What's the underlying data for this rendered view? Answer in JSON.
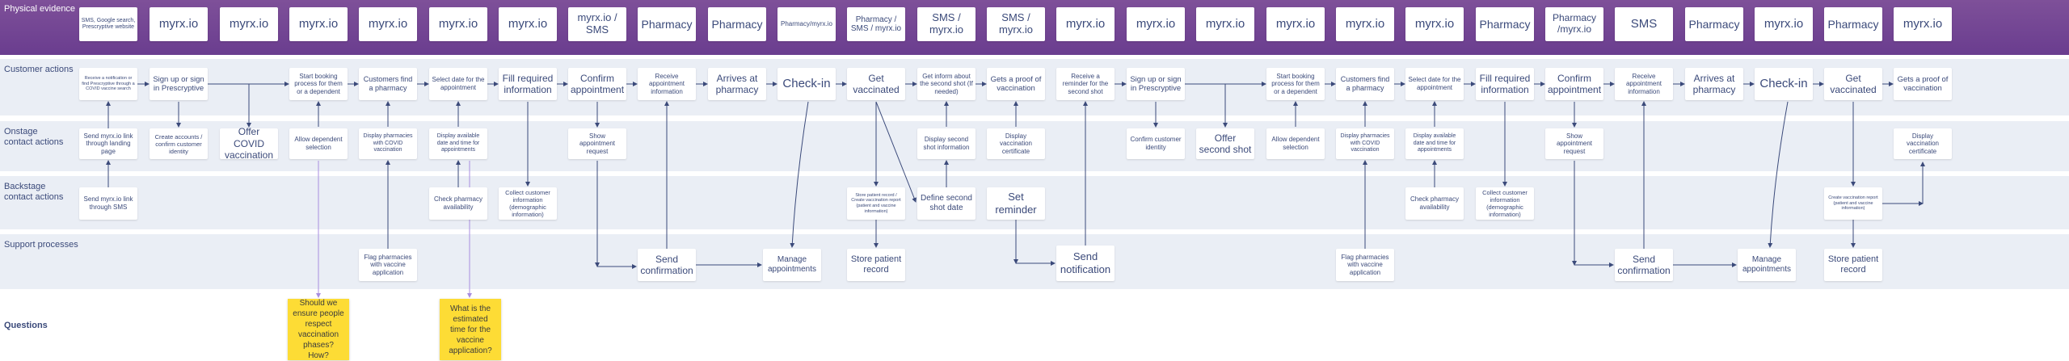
{
  "lanes": {
    "physical_evidence": "Physical evidence",
    "customer_actions": "Customer actions",
    "onstage": "Onstage\ncontact actions",
    "backstage": "Backstage\ncontact actions",
    "support": "Support processes",
    "questions": "Questions"
  },
  "physical_evidence": [
    "SMS, Google search, Prescryptive website",
    "myrx.io",
    "myrx.io",
    "myrx.io",
    "myrx.io",
    "myrx.io",
    "myrx.io",
    "myrx.io / SMS",
    "Pharmacy",
    "Pharmacy",
    "Pharmacy/myrx.io",
    "Pharmacy / SMS / myrx.io",
    "SMS / myrx.io",
    "SMS / myrx.io",
    "myrx.io",
    "myrx.io",
    "myrx.io",
    "myrx.io",
    "myrx.io",
    "myrx.io",
    "Pharmacy",
    "Pharmacy /myrx.io",
    "SMS",
    "Pharmacy",
    "myrx.io",
    "Pharmacy",
    "myrx.io"
  ],
  "customer_actions": {
    "receive_notification": "Receive a notification or find Prescryptive through a COVID vaccine search",
    "sign_up_1": "Sign up or sign in Prescryptive",
    "start_booking_1": "Start booking process for them or a dependent",
    "find_pharmacy_1": "Customers find a pharmacy",
    "select_date_1": "Select date for the appointment",
    "fill_info_1": "Fill required information",
    "confirm_1": "Confirm appointment",
    "receive_appt_1": "Receive appointment information",
    "arrives_1": "Arrives at pharmacy",
    "checkin_1": "Check-in",
    "get_vaccinated_1": "Get vaccinated",
    "get_inform_second": "Get inform about the second shot (If needed)",
    "gets_proof_1": "Gets a proof of vaccination",
    "receive_reminder": "Receive a reminder for the second shot",
    "sign_up_2": "Sign up or sign in Prescryptive",
    "start_booking_2": "Start booking process for them or a dependent",
    "find_pharmacy_2": "Customers find a pharmacy",
    "select_date_2": "Select date for the appointment",
    "fill_info_2": "Fill required information",
    "confirm_2": "Confirm appointment",
    "receive_appt_2": "Receive appointment information",
    "arrives_2": "Arrives at pharmacy",
    "checkin_2": "Check-in",
    "get_vaccinated_2": "Get vaccinated",
    "gets_proof_2": "Gets a proof of vaccination"
  },
  "onstage": {
    "send_link_landing": "Send myrx.io link through landing page",
    "create_accounts": "Create accounts / confirm customer identity",
    "offer_covid": "Offer COVID vaccination",
    "allow_dependent_1": "Allow dependent selection",
    "display_pharmacies_1": "Display pharmacies with COVID vaccination",
    "display_dates_1": "Display available date and time for appointments",
    "show_request_1": "Show appointment request",
    "display_second_shot_info": "Display second shot information",
    "display_certificate_1": "Display vaccination certificate",
    "confirm_identity": "Confirm customer identity",
    "offer_second": "Offer second shot",
    "allow_dependent_2": "Allow dependent selection",
    "display_pharmacies_2": "Display pharmacies with COVID vaccination",
    "display_dates_2": "Display available date and time for appointments",
    "show_request_2": "Show appointment request",
    "display_certificate_2": "Display vaccination certificate"
  },
  "backstage": {
    "send_link_sms": "Send myrx.io link through SMS",
    "check_availability_1": "Check pharmacy availability",
    "collect_info_1": "Collect customer information (demographic information)",
    "store_record": "Store patient record / Create vaccination report (patient and vaccine information)",
    "define_second": "Define second shot date",
    "set_reminder": "Set reminder",
    "check_availability_2": "Check pharmacy availability",
    "collect_info_2": "Collect customer information (demographic information)",
    "create_report": "Create vaccination report (patient and vaccine information)"
  },
  "support": {
    "flag_pharmacies_1": "Flag pharmacies with vaccine application",
    "send_confirmation_1": "Send confirmation",
    "manage_appts_1": "Manage appointments",
    "store_patient_1": "Store patient record",
    "send_notification": "Send notification",
    "flag_pharmacies_2": "Flag pharmacies with vaccine application",
    "send_confirmation_2": "Send confirmation",
    "manage_appts_2": "Manage appointments",
    "store_patient_2": "Store patient record"
  },
  "questions": {
    "q1": "Should we ensure people respect vaccination phases? How?",
    "q2": "What is the estimated time for the vaccine application?"
  },
  "colors": {
    "header_purple": "#6a3d8f",
    "lane_bg": "#eaeef5",
    "card_text": "#3b4a7a",
    "sticky": "#fddc35",
    "question_arrow": "#a88ee0",
    "connector": "#3b4a7a"
  }
}
